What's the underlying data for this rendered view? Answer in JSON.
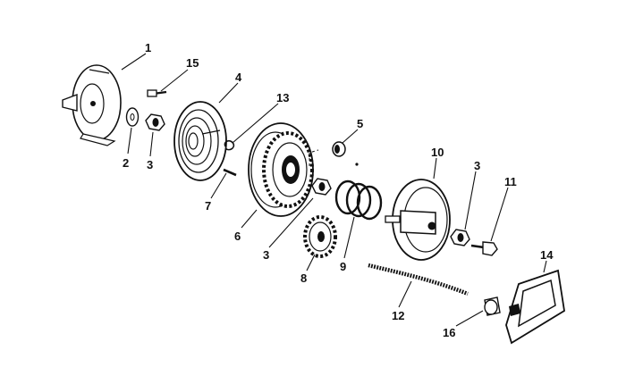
{
  "diagram": {
    "callouts": [
      "1",
      "15",
      "4",
      "13",
      "5",
      "10",
      "3",
      "11",
      "14",
      "2",
      "3",
      "7",
      "6",
      "3",
      "8",
      "9",
      "12",
      "16"
    ],
    "ink_color": "#111111",
    "background_color": "#ffffff"
  }
}
